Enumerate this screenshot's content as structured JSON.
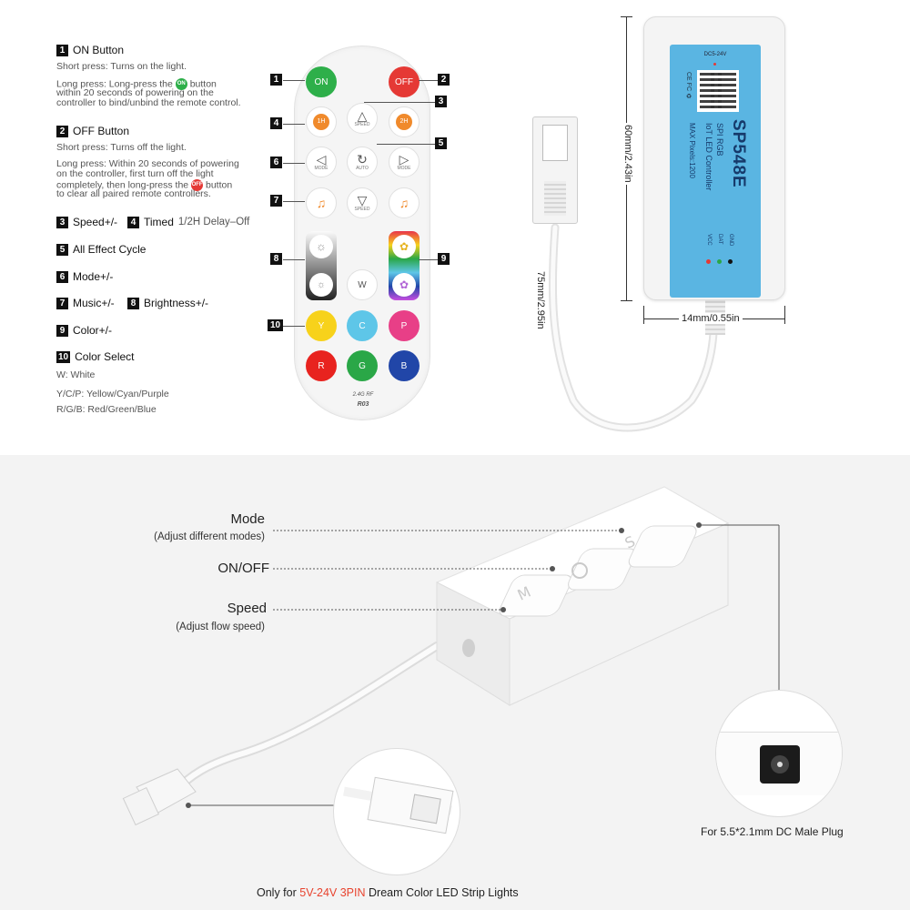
{
  "legend": {
    "item1": {
      "num": "1",
      "title": "ON Button"
    },
    "item1_short": "Short press: Turns on the light.",
    "item1_long_a": "Long press: Long-press the",
    "item1_long_pill": "ON",
    "item1_long_b": "button",
    "item1_long_c": "within 20 seconds of powering on the",
    "item1_long_d": "controller to bind/unbind the remote control.",
    "item2": {
      "num": "2",
      "title": "OFF Button"
    },
    "item2_short": "Short press: Turns off the light.",
    "item2_long_a": "Long press: Within 20 seconds of powering",
    "item2_long_b": "on the controller, first turn off the light",
    "item2_long_c": "completely, then long-press the",
    "item2_long_pill": "OFF",
    "item2_long_d": "button",
    "item2_long_e": "to clear all paired remote controllers.",
    "item3": {
      "num": "3",
      "title": "Speed+/-"
    },
    "item4": {
      "num": "4",
      "title": "Timed",
      "sub": "1/2H Delay–Off"
    },
    "item5": {
      "num": "5",
      "title": "All Effect Cycle"
    },
    "item6": {
      "num": "6",
      "title": "Mode+/-"
    },
    "item7": {
      "num": "7",
      "title": "Music+/-"
    },
    "item8": {
      "num": "8",
      "title": "Brightness+/-"
    },
    "item9": {
      "num": "9",
      "title": "Color+/-"
    },
    "item10": {
      "num": "10",
      "title": "Color Select"
    },
    "white": "W: White",
    "ycp": "Y/C/P: Yellow/Cyan/Purple",
    "rgb": "R/G/B: Red/Green/Blue"
  },
  "remote": {
    "on": "ON",
    "off": "OFF",
    "h1": "1H",
    "h2": "2H",
    "speed": "SPEED",
    "mode": "MODE",
    "auto": "AUTO",
    "w": "W",
    "y": "Y",
    "c": "C",
    "p": "P",
    "r": "R",
    "g": "G",
    "b": "B",
    "rf": "2.4G RF",
    "model": "R03",
    "tags": [
      "1",
      "2",
      "3",
      "4",
      "5",
      "6",
      "7",
      "8",
      "9",
      "10"
    ]
  },
  "controller": {
    "voltage": "DC5-24V",
    "model": "SP548E",
    "line1": "SPI RGB",
    "line2": "IoT LED Controller",
    "line3": "MAX Pixels:1200",
    "pins": [
      "GND",
      "DAT",
      "VCC"
    ],
    "height": "60mm/2.43in",
    "width": "14mm/0.55in",
    "cable": "75mm/2.95in"
  },
  "bottom": {
    "mode": "Mode",
    "mode_sub": "(Adjust different modes)",
    "onoff": "ON/OFF",
    "speed": "Speed",
    "speed_sub": "(Adjust flow speed)",
    "plug": "For 5.5*2.1mm DC Male Plug",
    "caption_a": "Only for",
    "caption_b": "5V-24V 3PIN",
    "caption_c": "Dream Color LED Strip Lights"
  },
  "colors": {
    "on": "#2eaf4a",
    "off": "#e53935",
    "yellow": "#f7d21b",
    "cyan": "#5ec6e8",
    "purple": "#e83f87",
    "red": "#e8231f",
    "green": "#2aa747",
    "blue": "#2146a8",
    "label_blue": "#5ab5e2",
    "accent": "#e8432e"
  }
}
